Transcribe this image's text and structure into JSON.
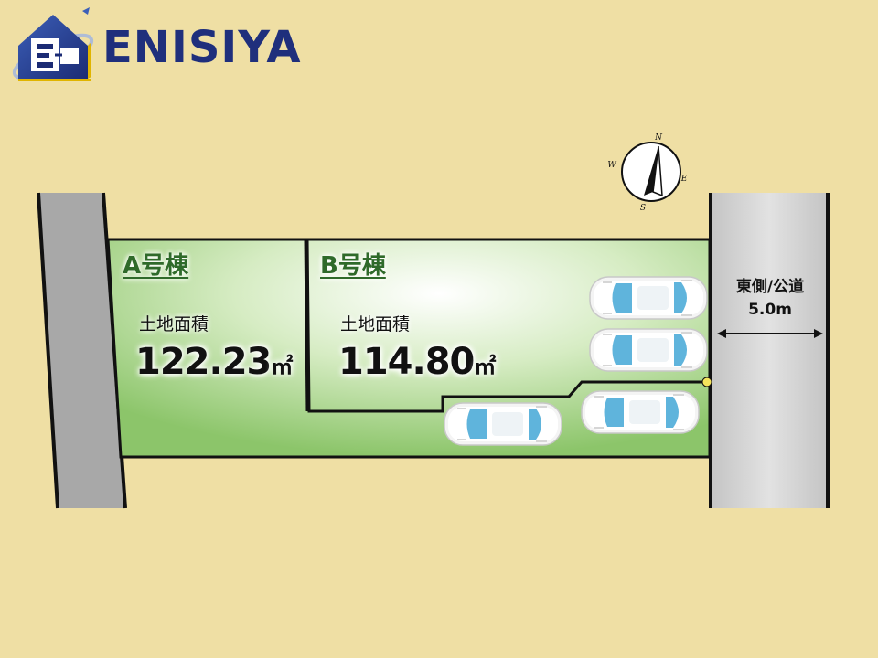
{
  "brand": {
    "name": "ENISIYA"
  },
  "compass": {
    "n": "N",
    "e": "E",
    "s": "S",
    "w": "W"
  },
  "lots": [
    {
      "name": "A号棟",
      "area_label": "土地面積",
      "area": "122.23",
      "unit": "㎡"
    },
    {
      "name": "B号棟",
      "area_label": "土地面積",
      "area": "114.80",
      "unit": "㎡"
    }
  ],
  "road": {
    "label": "東側/公道",
    "width": "5.0m"
  },
  "colors": {
    "background": "#efdfa4",
    "lot_green": "#8cc56a",
    "road_gray": "#cfcfcf",
    "brand_blue": "#1f2f7c",
    "car_blue": "#5fb4dc"
  }
}
